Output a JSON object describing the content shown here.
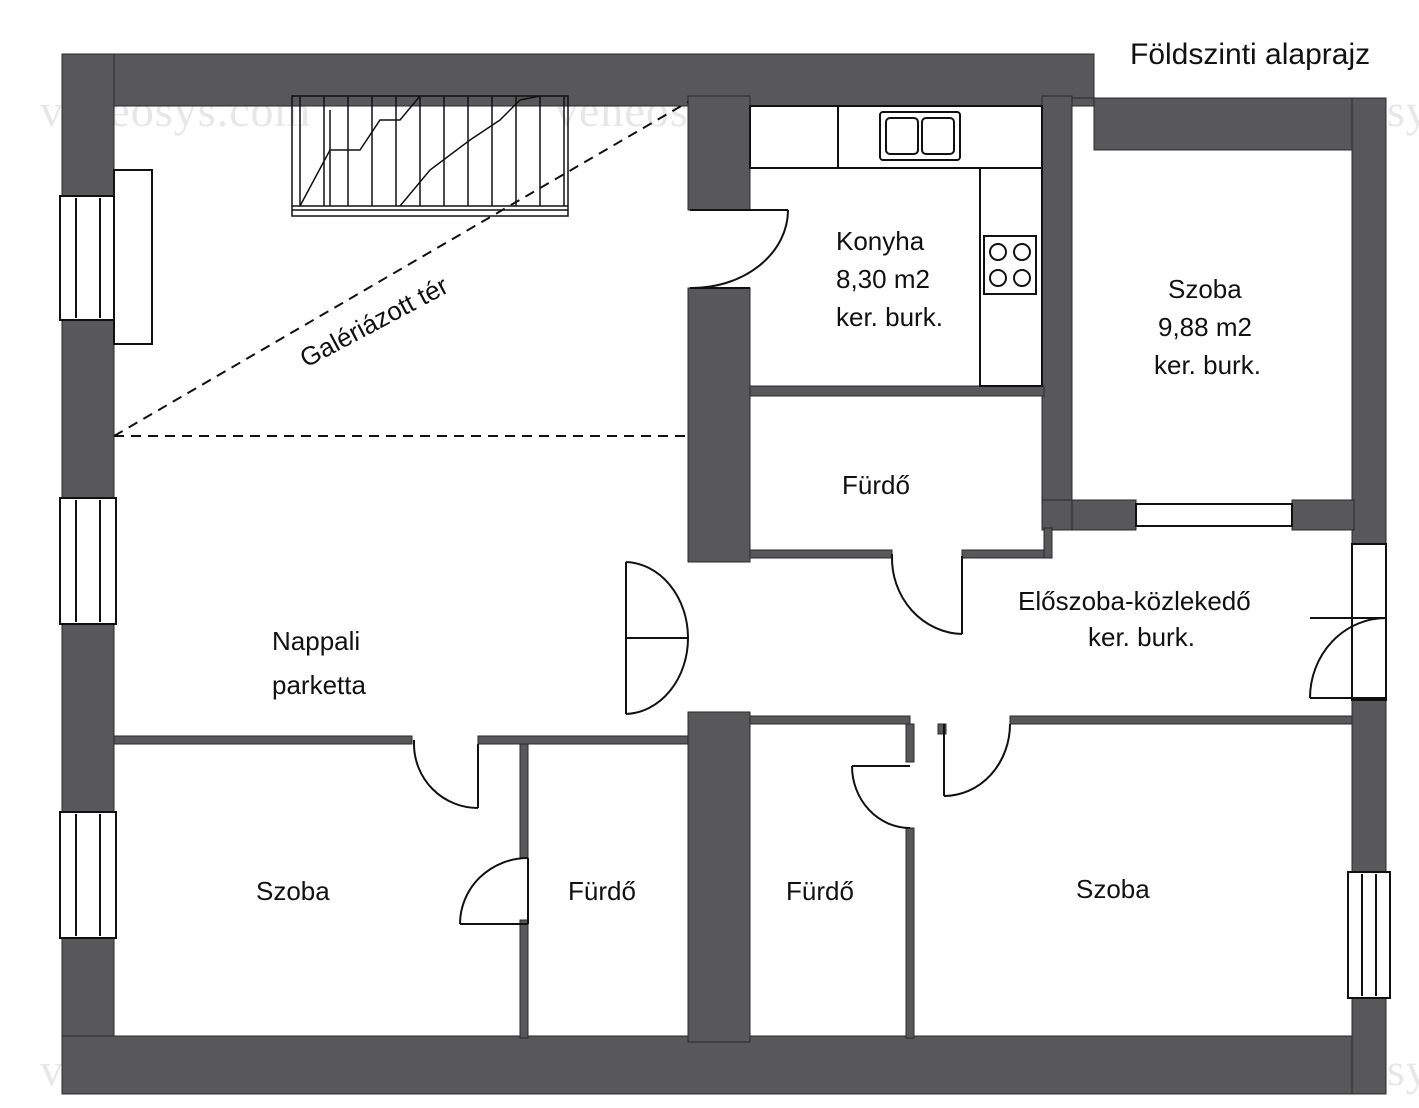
{
  "title": "Földszinti alaprajz",
  "watermark": "veneosys.com",
  "colors": {
    "wall": "#58585a",
    "background": "#ffffff",
    "line": "#111111"
  },
  "rooms": {
    "gallery": {
      "label": "Galériázott tér"
    },
    "living": {
      "name": "Nappali",
      "floor": "parketta"
    },
    "kitchen": {
      "name": "Konyha",
      "area": "8,30 m2",
      "floor": "ker. burk."
    },
    "room_ne": {
      "name": "Szoba",
      "area": "9,88 m2",
      "floor": "ker. burk."
    },
    "bath_center": {
      "name": "Fürdő"
    },
    "hall": {
      "name": "Előszoba-közlekedő",
      "floor": "ker. burk."
    },
    "room_sw": {
      "name": "Szoba"
    },
    "bath_sw": {
      "name": "Fürdő"
    },
    "bath_se": {
      "name": "Fürdő"
    },
    "room_se": {
      "name": "Szoba"
    }
  }
}
